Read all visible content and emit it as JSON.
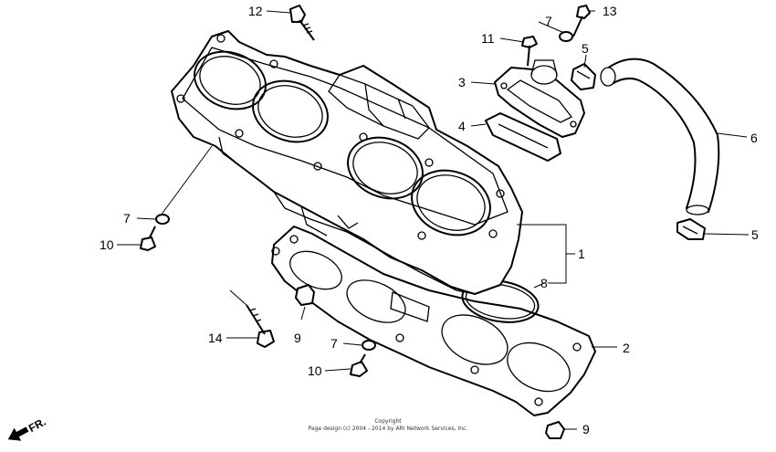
{
  "callouts": [
    {
      "id": "c12a",
      "label": "12"
    },
    {
      "id": "c7a",
      "label": "7"
    },
    {
      "id": "c13",
      "label": "13"
    },
    {
      "id": "c11",
      "label": "11"
    },
    {
      "id": "c5a",
      "label": "5"
    },
    {
      "id": "c3",
      "label": "3"
    },
    {
      "id": "c4",
      "label": "4"
    },
    {
      "id": "c6",
      "label": "6"
    },
    {
      "id": "c5b",
      "label": "5"
    },
    {
      "id": "c1",
      "label": "1"
    },
    {
      "id": "c8",
      "label": "8"
    },
    {
      "id": "c2",
      "label": "2"
    },
    {
      "id": "c7b",
      "label": "7"
    },
    {
      "id": "c10a",
      "label": "10"
    },
    {
      "id": "c14",
      "label": "14"
    },
    {
      "id": "c9a",
      "label": "9"
    },
    {
      "id": "c7c",
      "label": "7"
    },
    {
      "id": "c10b",
      "label": "10"
    },
    {
      "id": "c9b",
      "label": "9"
    }
  ],
  "copyright": {
    "line1": "Copyright",
    "line2": "Page design (c) 2004 - 2014 by ARI Network Services, Inc."
  },
  "direction": {
    "label": "FR."
  }
}
